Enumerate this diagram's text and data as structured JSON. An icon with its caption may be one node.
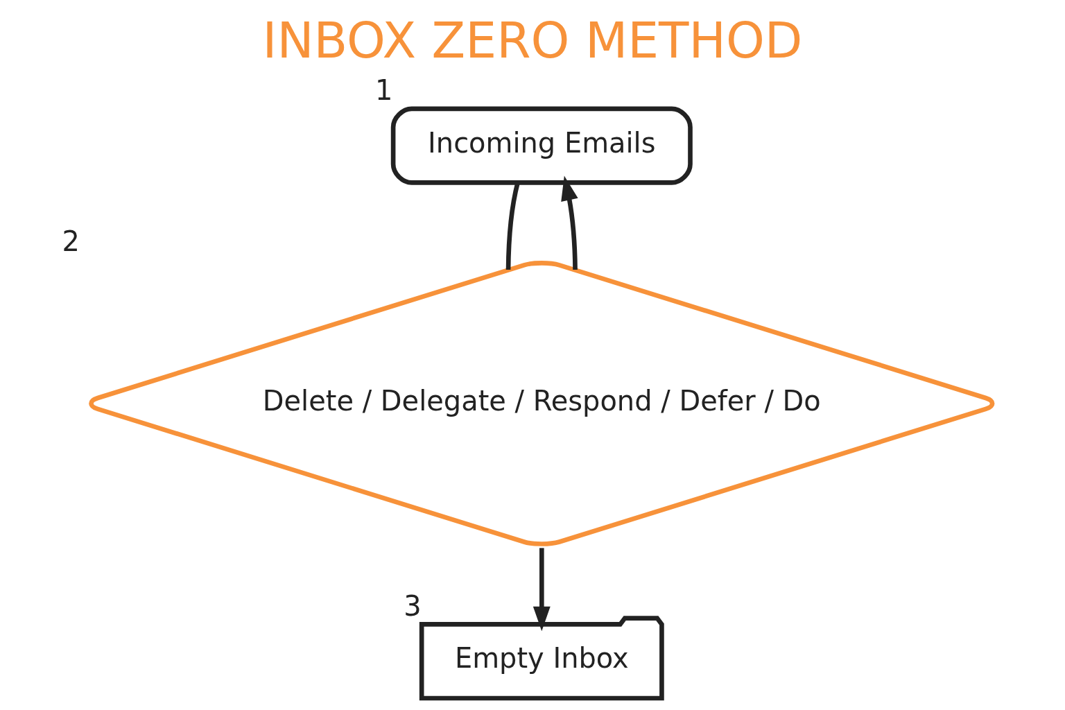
{
  "diagram": {
    "title": "INBOX ZERO METHOD",
    "nodes": [
      {
        "text": [
          "Incoming Emails"
        ],
        "beside": [
          "1"
        ]
      },
      {
        "text": [
          "Delete / Delegate / Respond / Defer / Do"
        ],
        "beside": [
          "2"
        ]
      },
      {
        "text": [
          "Empty Inbox"
        ],
        "beside": [
          "3"
        ]
      }
    ],
    "edges": [
      {
        "from": 1,
        "to": 0,
        "arrow": "to"
      },
      {
        "from": 0,
        "to": 1,
        "arrow": "none"
      },
      {
        "from": 1,
        "to": 2,
        "arrow": "to"
      }
    ]
  }
}
